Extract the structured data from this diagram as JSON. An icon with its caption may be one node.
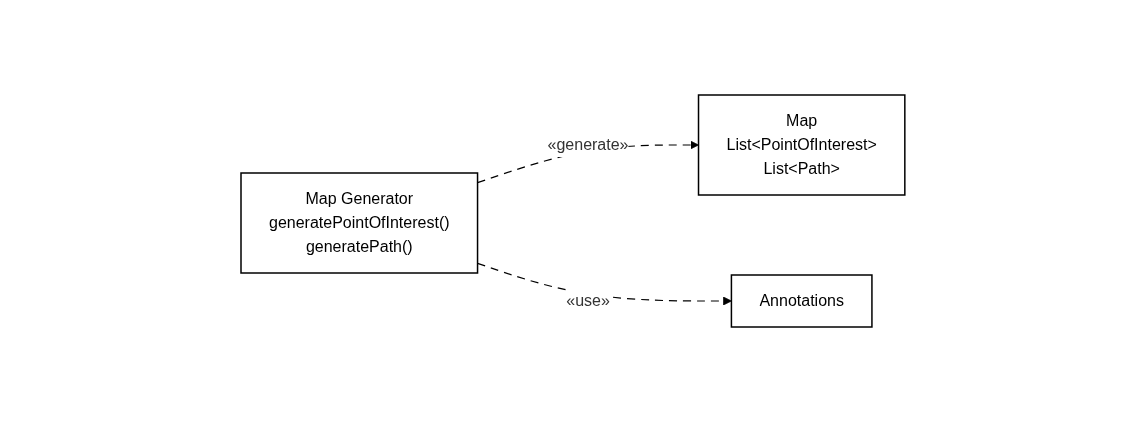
{
  "diagram": {
    "nodes": [
      {
        "text": [
          "Map Generator",
          "generatePointOfInterest()",
          "generatePath()"
        ]
      },
      {
        "text": [
          "Map",
          "List<PointOfInterest>",
          "List<Path>"
        ]
      },
      {
        "text": [
          "Annotations"
        ]
      }
    ],
    "edges": [
      {
        "from": 0,
        "to": 1,
        "arrow": "to",
        "label": "«generate»",
        "style": "dashed"
      },
      {
        "from": 0,
        "to": 2,
        "arrow": "to",
        "label": "«use»",
        "style": "dashed"
      }
    ]
  }
}
